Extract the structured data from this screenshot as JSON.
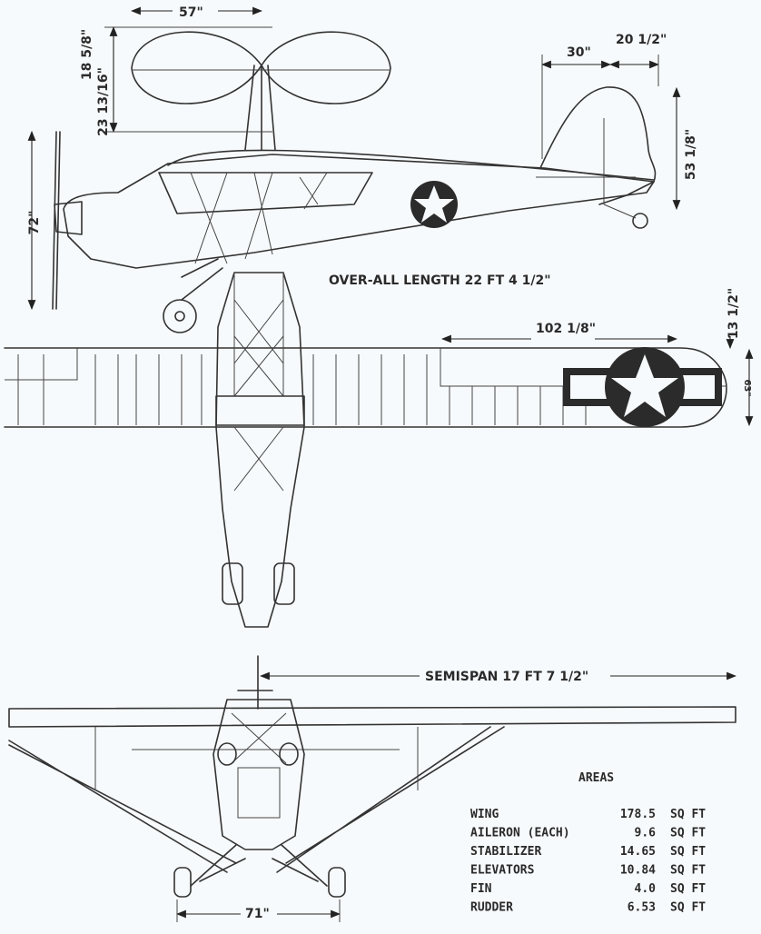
{
  "dimensions": {
    "prop_radius": "57\"",
    "stab_upper": "18 5/8\"",
    "stab_lower": "23 13/16\"",
    "tail_a": "30\"",
    "tail_b": "20 1/2\"",
    "tail_height": "53 1/8\"",
    "prop_diameter": "72\"",
    "overall_length": "OVER-ALL LENGTH 22 FT 4 1/2\"",
    "aileron_length": "102 1/8\"",
    "tip_offset": "13 1/2\"",
    "chord": "63\"",
    "semispan": "SEMISPAN 17 FT 7 1/2\"",
    "tread": "71\""
  },
  "areas": {
    "title": "AREAS",
    "rows": [
      {
        "name": "WING",
        "value": "178.5",
        "unit": "SQ FT"
      },
      {
        "name": "AILERON (EACH)",
        "value": "9.6",
        "unit": "SQ FT"
      },
      {
        "name": "STABILIZER",
        "value": "14.65",
        "unit": "SQ FT"
      },
      {
        "name": "ELEVATORS",
        "value": "10.84",
        "unit": "SQ FT"
      },
      {
        "name": "FIN",
        "value": "4.0",
        "unit": "SQ FT"
      },
      {
        "name": "RUDDER",
        "value": "6.53",
        "unit": "SQ FT"
      }
    ]
  }
}
